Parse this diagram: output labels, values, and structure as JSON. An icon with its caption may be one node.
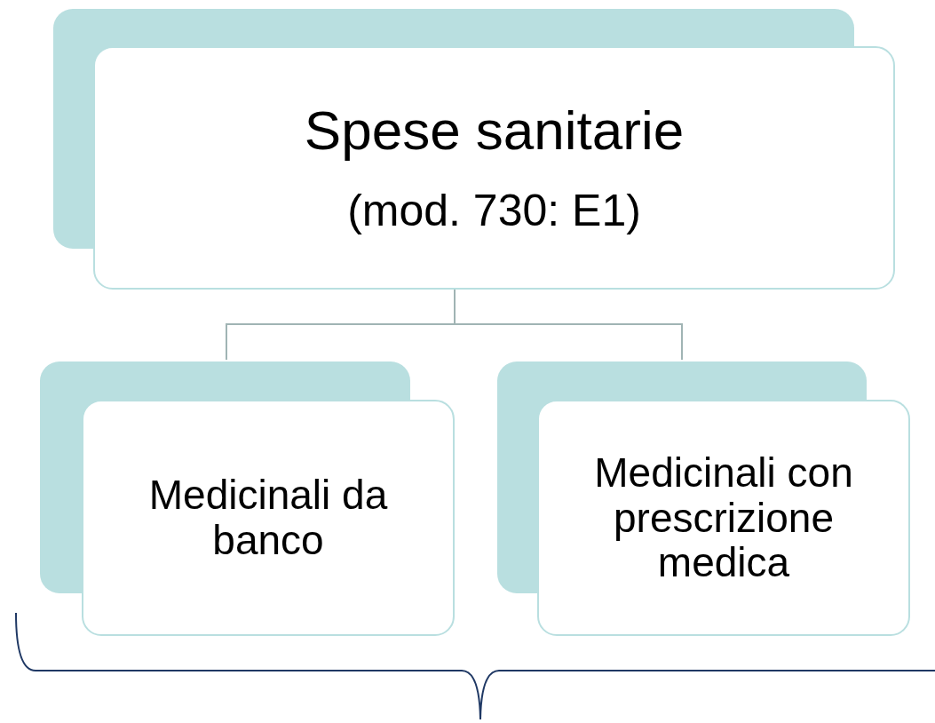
{
  "diagram": {
    "nodes": [
      {
        "text": [
          "Spese sanitarie",
          "(mod. 730: E1)"
        ]
      },
      {
        "text": [
          "Medicinali da banco"
        ]
      },
      {
        "text": [
          "Medicinali con prescrizione medica"
        ]
      }
    ],
    "edges": [
      {
        "from": 0,
        "to": 1,
        "arrow": "none"
      },
      {
        "from": 0,
        "to": 2,
        "arrow": "none"
      }
    ]
  }
}
